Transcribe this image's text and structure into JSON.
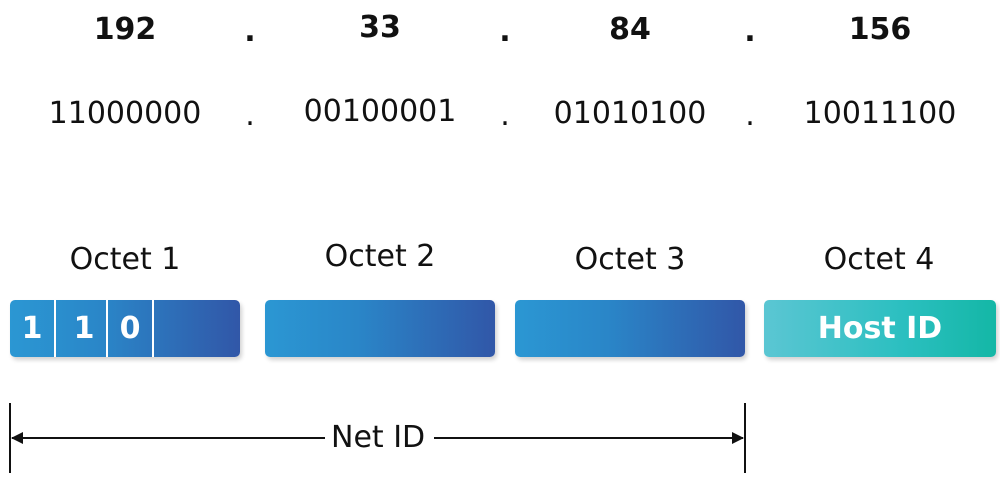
{
  "decimal": {
    "octets": [
      "192",
      "33",
      "84",
      "156"
    ],
    "separator": "."
  },
  "binary": {
    "octets": [
      "11000000",
      "00100001",
      "01010100",
      "10011100"
    ],
    "separator": "."
  },
  "octet_labels": [
    "Octet 1",
    "Octet 2",
    "Octet 3",
    "Octet 4"
  ],
  "class_bits": [
    "1",
    "1",
    "0"
  ],
  "host_id_label": "Host ID",
  "net_id_label": "Net ID",
  "colors": {
    "blue_start": "#2b97d3",
    "blue_end": "#3157a8",
    "teal_start": "#5bc6d3",
    "teal_end": "#14b7a6",
    "text": "#111111"
  }
}
